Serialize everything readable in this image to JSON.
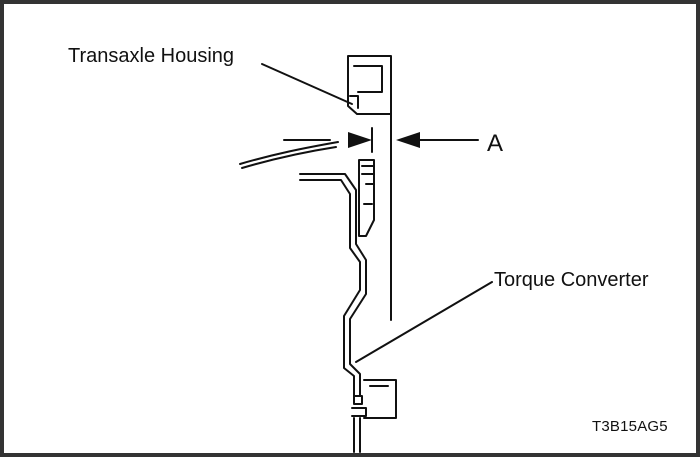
{
  "labels": {
    "transaxle_housing": "Transaxle Housing",
    "dimension_a": "A",
    "torque_converter": "Torque Converter",
    "figure_code": "T3B15AG5"
  },
  "colors": {
    "line": "#111111",
    "border": "#333333",
    "background": "#ffffff"
  }
}
